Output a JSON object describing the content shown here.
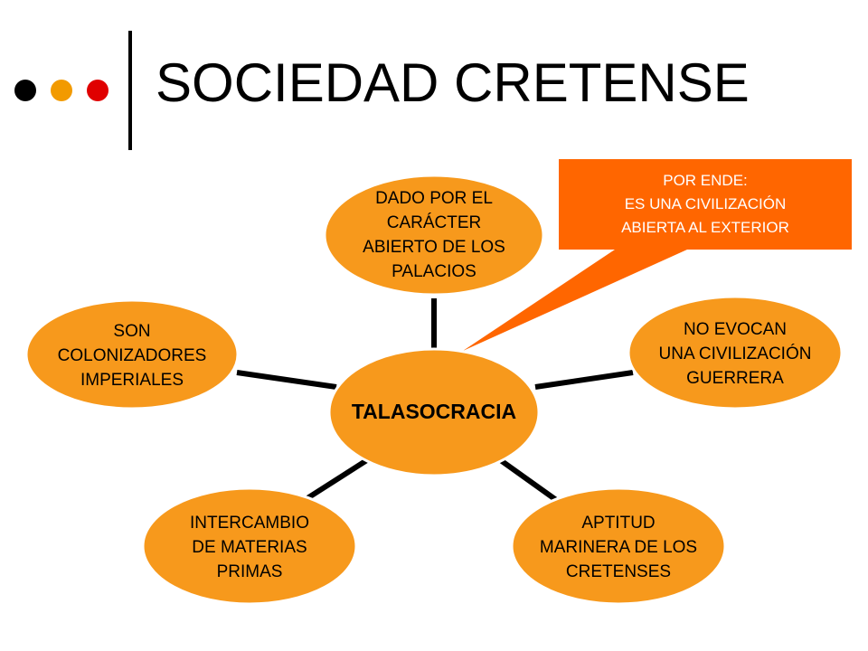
{
  "header": {
    "title": "SOCIEDAD CRETENSE",
    "dots": [
      {
        "name": "black-dot-icon",
        "color": "#000000"
      },
      {
        "name": "orange-dot-icon",
        "color": "#f29a00"
      },
      {
        "name": "red-dot-icon",
        "color": "#e00000"
      }
    ]
  },
  "diagram": {
    "hub": "TALASOCRACIA",
    "nodes": {
      "top": "DADO POR EL\nCARÁCTER\nABIERTO DE LOS\nPALACIOS",
      "left": "SON\nCOLONIZADORES\nIMPERIALES",
      "right": "NO EVOCAN\nUNA CIVILIZACIÓN\nGUERRERA",
      "bottom_left": "INTERCAMBIO\nDE MATERIAS\nPRIMAS",
      "bottom_right": "APTITUD\nMARINERA DE LOS\nCRETENSES"
    },
    "callout": {
      "line1": "POR ENDE:",
      "line2": "ES UNA CIVILIZACIÓN",
      "line3": "ABIERTA AL EXTERIOR"
    }
  },
  "colors": {
    "node_fill": "#f7991c",
    "node_stroke": "#ffffff",
    "callout_fill": "#ff6600",
    "connector": "#000000"
  }
}
